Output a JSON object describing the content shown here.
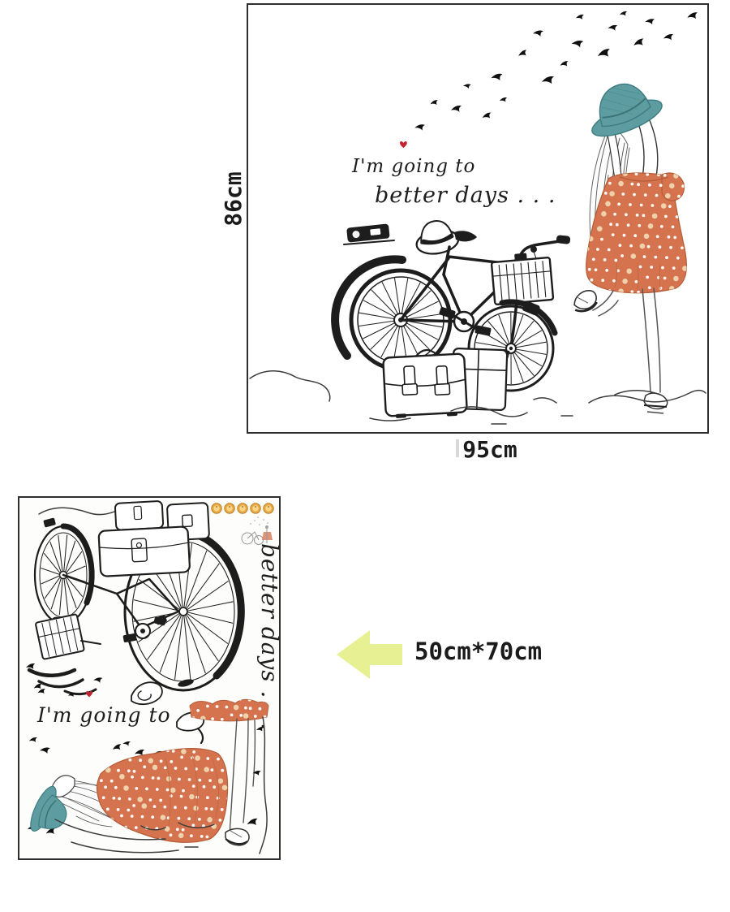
{
  "page": {
    "background": "#ffffff"
  },
  "top_figure": {
    "height_label": "86cm",
    "width_label": "95cm",
    "artwork": {
      "line1": "I'm going to",
      "line2": "better days . . ."
    }
  },
  "bottom_figure": {
    "size_label": "50cm*70cm",
    "badge_count": 5,
    "artwork": {
      "line1": "I'm going to",
      "vertical_text": "better days . . ."
    }
  },
  "colors": {
    "ink": "#1d1d1d",
    "dress_orange": "#d5734e",
    "hat_teal": "#5d9da1",
    "arrow_yellow": "#e7f194",
    "badge_gold": "#e9ac45",
    "heart_red": "#c32430"
  }
}
